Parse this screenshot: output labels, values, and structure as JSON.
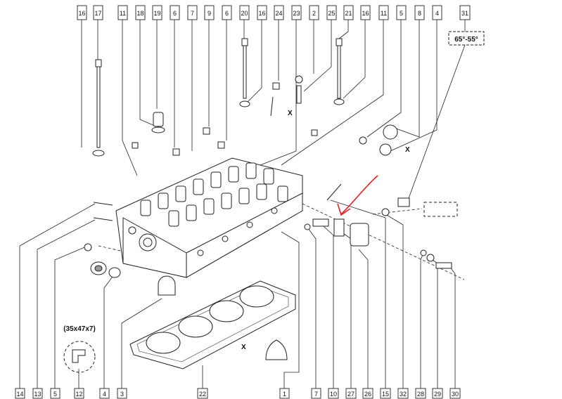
{
  "callouts_top": [
    {
      "label": "16"
    },
    {
      "label": "17"
    },
    {
      "label": "11"
    },
    {
      "label": "18"
    },
    {
      "label": "19"
    },
    {
      "label": "6"
    },
    {
      "label": "7"
    },
    {
      "label": "9"
    },
    {
      "label": "6"
    },
    {
      "label": "20"
    },
    {
      "label": "16"
    },
    {
      "label": "24"
    },
    {
      "label": "23"
    },
    {
      "label": "2"
    },
    {
      "label": "25"
    },
    {
      "label": "21"
    },
    {
      "label": "16"
    },
    {
      "label": "11"
    },
    {
      "label": "5"
    },
    {
      "label": "8"
    },
    {
      "label": "4"
    },
    {
      "label": "31"
    }
  ],
  "callouts_bottom": [
    {
      "label": "14"
    },
    {
      "label": "13"
    },
    {
      "label": "5"
    },
    {
      "label": "12"
    },
    {
      "label": "4"
    },
    {
      "label": "3"
    },
    {
      "label": "22"
    },
    {
      "label": "1"
    },
    {
      "label": "7"
    },
    {
      "label": "10"
    },
    {
      "label": "27"
    },
    {
      "label": "26"
    },
    {
      "label": "15"
    },
    {
      "label": "32"
    },
    {
      "label": "28"
    },
    {
      "label": "29"
    },
    {
      "label": "30"
    }
  ],
  "annotations": {
    "angle_spec": "65°-55°",
    "seal_size": "(35x47x7)",
    "section_mark_1": "X",
    "section_mark_2": "X",
    "section_mark_3": "X"
  },
  "colors": {
    "line": "#222222",
    "marker_arrow": "#e02020",
    "background": "#ffffff"
  }
}
